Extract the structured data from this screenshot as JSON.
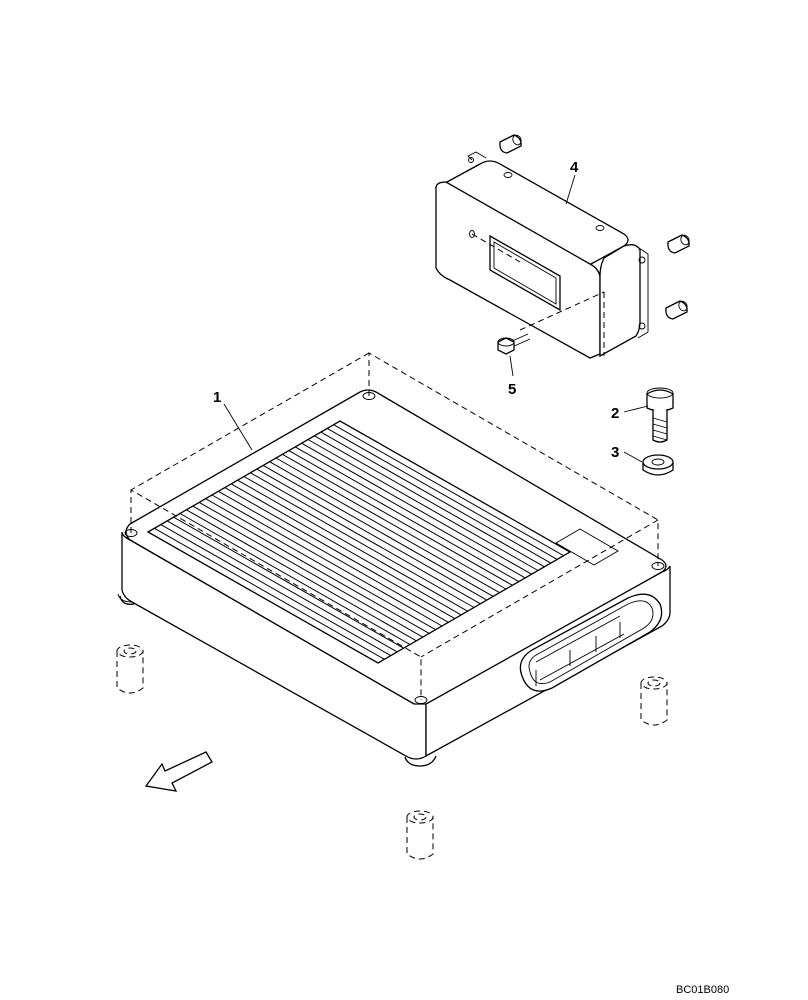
{
  "callouts": [
    {
      "id": "1",
      "text": "1"
    },
    {
      "id": "2",
      "text": "2"
    },
    {
      "id": "3",
      "text": "3"
    },
    {
      "id": "4",
      "text": "4"
    },
    {
      "id": "5",
      "text": "5"
    }
  ],
  "drawing_code": "BC01B080",
  "icons": {
    "direction_arrow": "front-direction-arrow-icon"
  }
}
